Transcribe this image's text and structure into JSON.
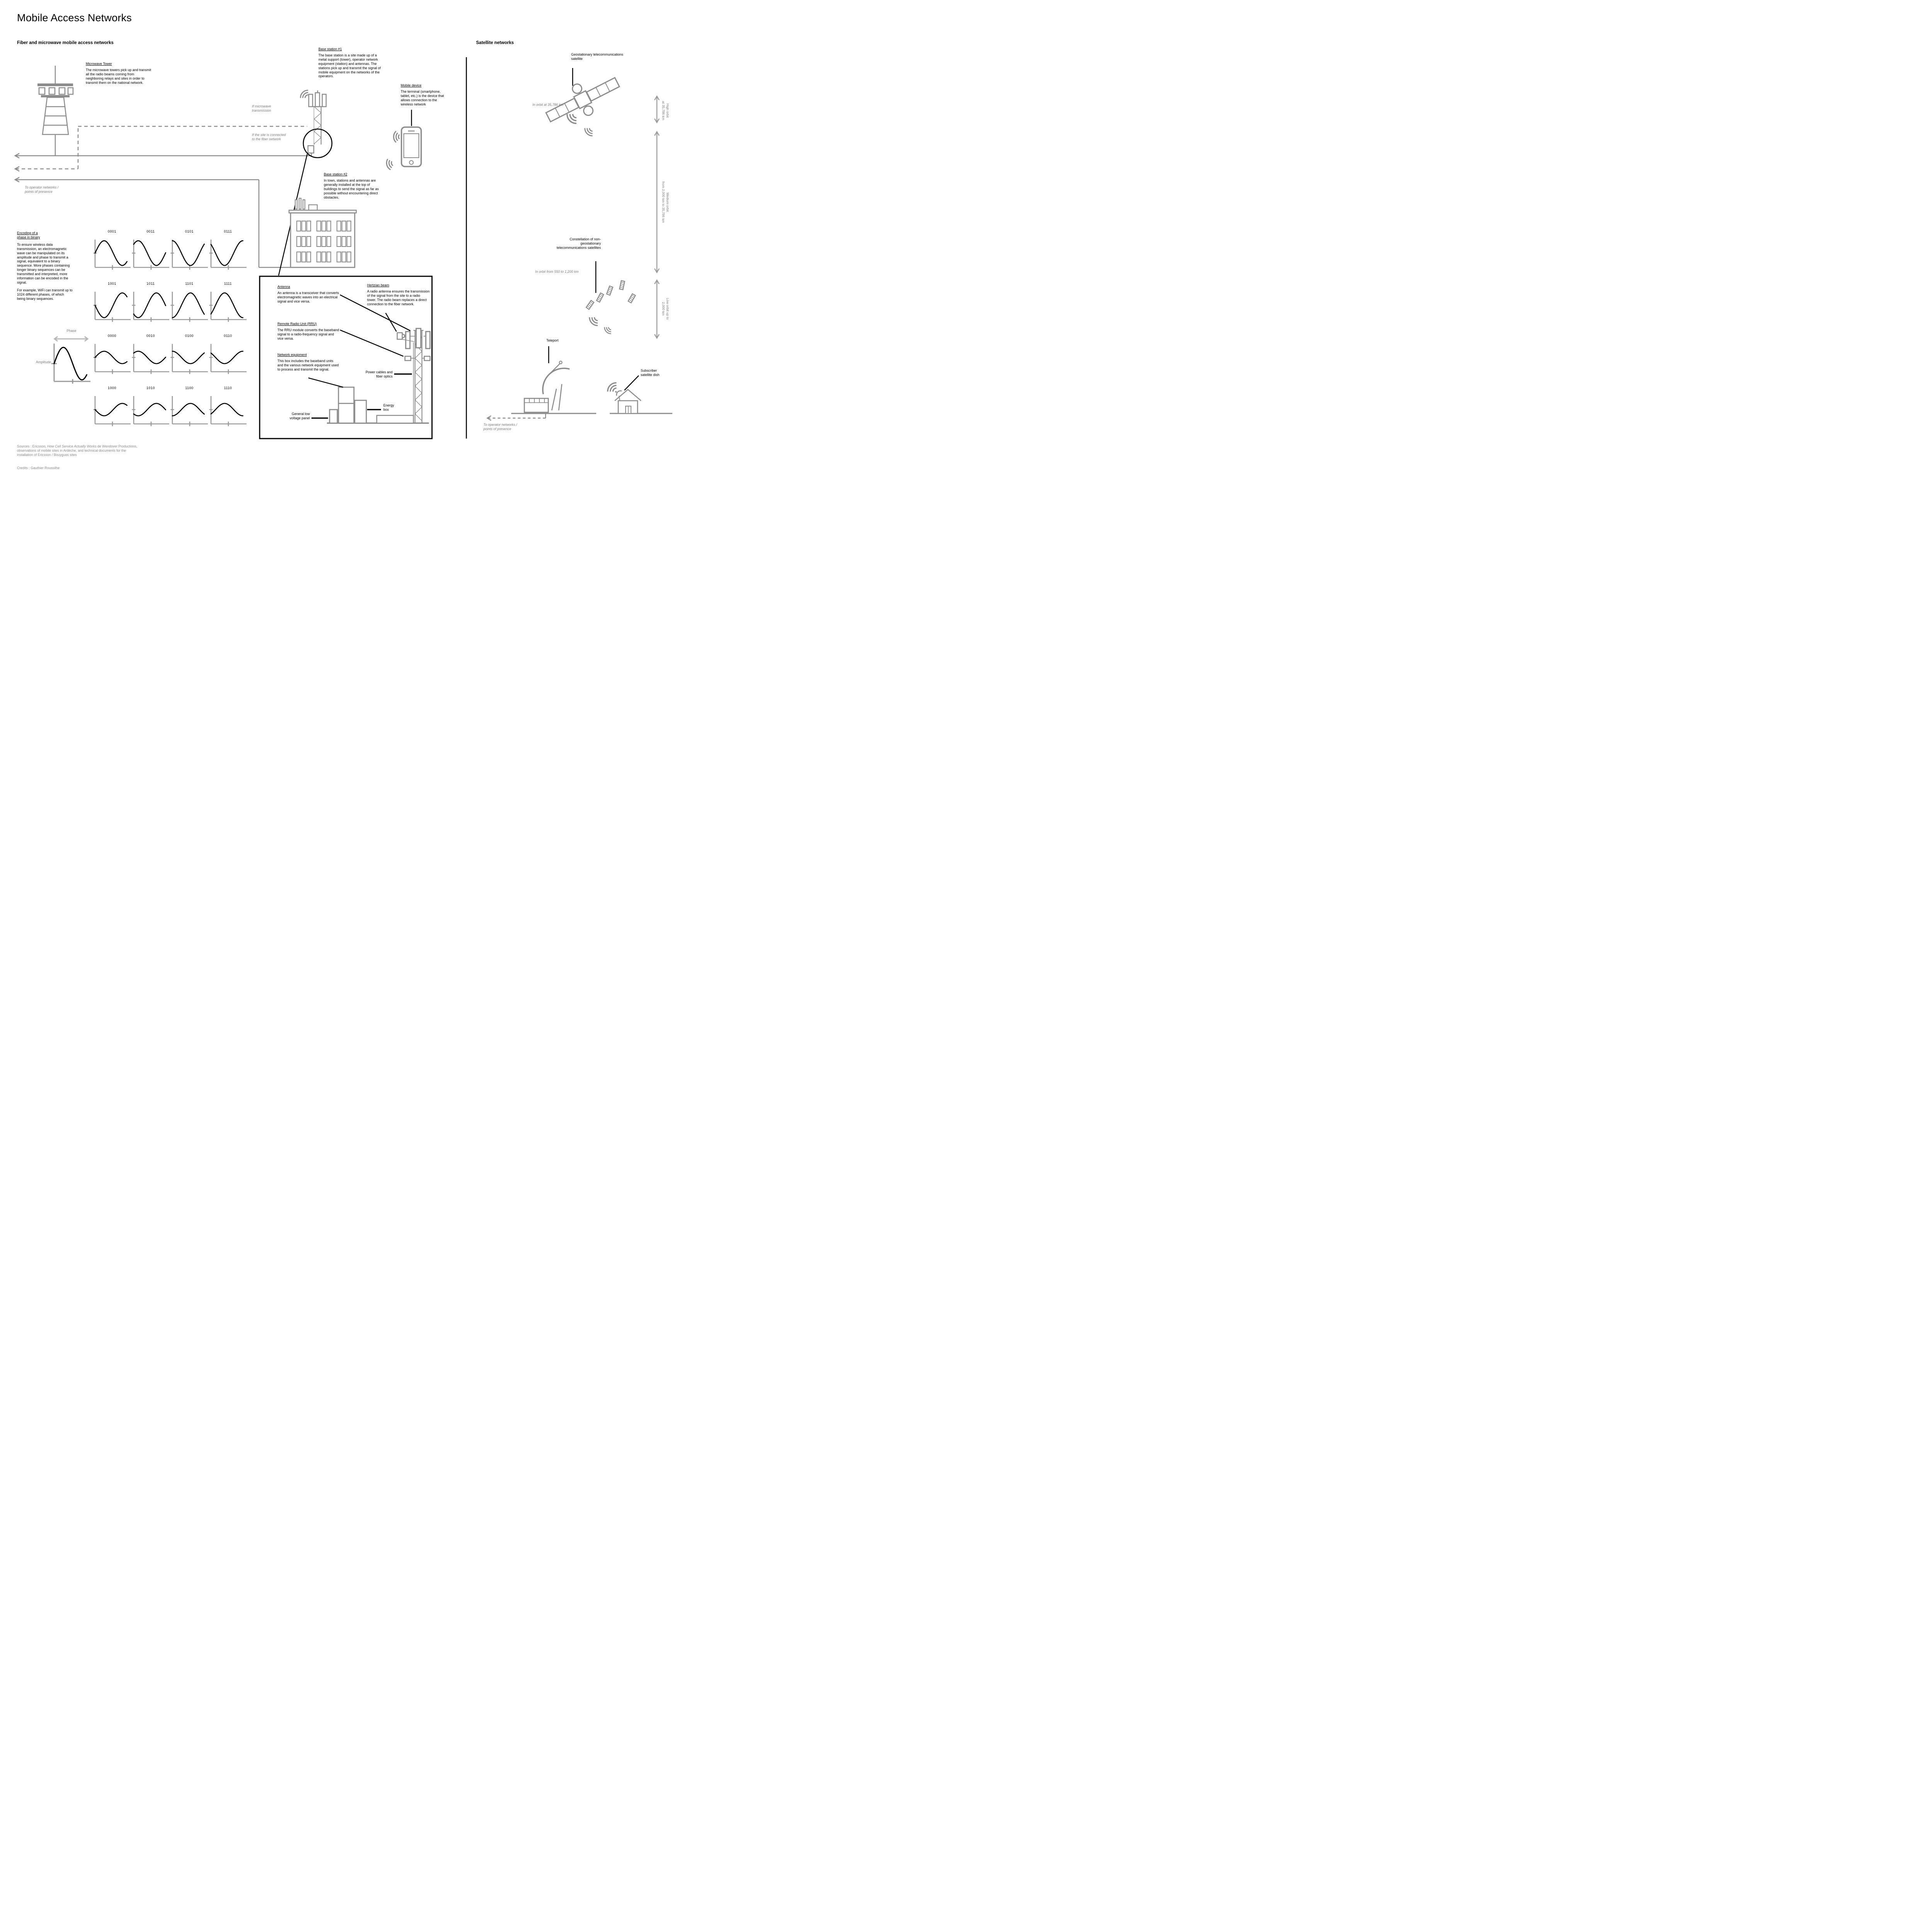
{
  "title": "Mobile Access Networks",
  "colors": {
    "ink": "#000000",
    "drawing_gray": "#8c8c8c",
    "muted_text": "#7d7d7d"
  },
  "fiber": {
    "header": "Fiber and microwave mobile access networks",
    "microwave_tower": {
      "heading": "Microwave Tower",
      "body": "The microwave towers pick up and transmit all the radio beams coming from neighboring relays and sites in order to transmit them on the national network."
    },
    "base_station1": {
      "heading": "Base station #1",
      "body": "The base station is a site made up of a metal support (tower), operator network equipment (station) and antennas. The stations pick up and transmit the signal of mobile equipment on the networks of the operators."
    },
    "mobile_device": {
      "heading": "Mobile device",
      "body": "The terminal (smartphone, tablet, etc.) is the device that allows connection to the wireless network"
    },
    "base_station2": {
      "heading": "Base station #2",
      "body": "In town, stations and antennas are generally installed at the top of buildings to send the signal as far as possible without encountering direct obstacles."
    },
    "if_microwave": "If microwave\ntransmission",
    "if_fiber": "If the site is connected\nto the fiber network",
    "to_operator": "To operator networks /\npoints of presence"
  },
  "encoding": {
    "heading": "Encoding of a\nphase in binary",
    "para1": "To ensure wireless data transmission, an electromagnetic wave can be manipulated on its amplitude and phase to transmit a signal, equivalent to a binary sequence. More phases containing longer binary sequences can be transmitted and interpreted, more information can be encoded in the signal.",
    "para2": "For example, WiFi can transmit up to 1024 different phases, of which being binary sequences.",
    "phase_label": "Phase",
    "amplitude_label": "Amplitude",
    "waveforms": [
      {
        "label": "0001",
        "phase_deg": 0,
        "amplitude": 1
      },
      {
        "label": "0011",
        "phase_deg": 45,
        "amplitude": 1
      },
      {
        "label": "0101",
        "phase_deg": 90,
        "amplitude": 1
      },
      {
        "label": "0111",
        "phase_deg": 135,
        "amplitude": 1
      },
      {
        "label": "1001",
        "phase_deg": 180,
        "amplitude": 1
      },
      {
        "label": "1011",
        "phase_deg": 225,
        "amplitude": 1
      },
      {
        "label": "1101",
        "phase_deg": 270,
        "amplitude": 1
      },
      {
        "label": "1111",
        "phase_deg": 315,
        "amplitude": 1
      },
      {
        "label": "0000",
        "phase_deg": 0,
        "amplitude": 0.5
      },
      {
        "label": "0010",
        "phase_deg": 45,
        "amplitude": 0.5
      },
      {
        "label": "0100",
        "phase_deg": 90,
        "amplitude": 0.5
      },
      {
        "label": "0110",
        "phase_deg": 135,
        "amplitude": 0.5
      },
      {
        "label": "1000",
        "phase_deg": 180,
        "amplitude": 0.5
      },
      {
        "label": "1010",
        "phase_deg": 225,
        "amplitude": 0.5
      },
      {
        "label": "1100",
        "phase_deg": 270,
        "amplitude": 0.5
      },
      {
        "label": "1110",
        "phase_deg": 315,
        "amplitude": 0.5
      }
    ]
  },
  "inset": {
    "antenna": {
      "heading": "Antenna",
      "body": "An antenna is a transceiver that converts electromagnetic waves into an electrical signal and vice versa."
    },
    "hertzian": {
      "heading": "Hertzian beam",
      "body": "A radio antenna ensures the transmission of the signal from the site to a radio tower. The radio beam replaces a direct connection to the fiber network."
    },
    "rru": {
      "heading": "Remote Radio Unit (RRU)",
      "body": "The RRU module converts the baseband signal to a radio-frequency signal and vice versa."
    },
    "network_equipment": {
      "heading": "Network equipment",
      "body": "This box includes the baseband units and the various network equipment used to process and transmit the signal."
    },
    "power_cables": "Power cables and\nfiber optics",
    "energy_box": "Energy\nbox",
    "low_voltage": "General low\nvoltage panel"
  },
  "satellite": {
    "header": "Satellite networks",
    "geo_label": "Geostationary telecommunications\nsatellite",
    "geo_orbit": "In orbit at 35,786 km",
    "orbits": {
      "high": "High orbit\nat 35,786 km",
      "medium": "Medium orbit\nfrom 2,000 km to 35,786 km",
      "low": "Low orbit up to\n2,000 km"
    },
    "constellation_label": "Constellation of non-\ngeostationary\ntelecommunications satellites",
    "constellation_orbit": "In orbit from 550 to 1,200 km",
    "teleport": "Teleport",
    "subscriber": "Subscriber\nsatellite dish",
    "to_operator": "To operator networks /\npoints of presence"
  },
  "footer": {
    "sources_prefix": "Sources : Ericsson, ",
    "sources_title": "How Cell Service Actually Works",
    "sources_suffix": " de Wendover Productions, observations of mobile sites in Ardèche, and technical documents for the installation of Ericsson / Bouygues sites",
    "credits": "Credits : Gauthier Roussilhe"
  }
}
